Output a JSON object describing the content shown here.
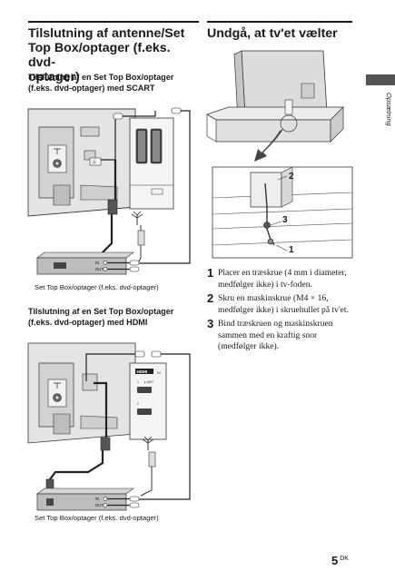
{
  "left_column": {
    "heading": "Tilslutning af antenne/Set Top Box/optager (f.eks. dvd-optager)",
    "heading_lines": [
      "Tilslutning af antenne/Set",
      "Top Box/optager (f.eks. dvd-",
      "optager)"
    ],
    "scart": {
      "subheading_lines": [
        "Tilslutning af en Set Top Box/optager",
        "(f.eks. dvd-optager) med SCART"
      ],
      "caption": "Set Top Box/optager (f.eks. dvd-optager)"
    },
    "hdmi": {
      "subheading_lines": [
        "Tilslutning af en Set Top Box/optager",
        "(f.eks. dvd-optager) med HDMI"
      ],
      "caption": "Set Top Box/optager (f.eks. dvd-optager)"
    }
  },
  "right_column": {
    "heading": "Undgå, at tv'et vælter",
    "steps": [
      {
        "number": "1",
        "lines": [
          "Placer en træskrue (4 mm i diameter,",
          "medfølger ikke) i tv-foden."
        ]
      },
      {
        "number": "2",
        "lines": [
          "Skru en maskinskrue (M4 × 16,",
          "medfølger ikke) i skruehullet på tv'et."
        ]
      },
      {
        "number": "3",
        "lines": [
          "Bind træskruen og maskinskruen",
          "sammen med en kraftig snor",
          "(medfølger ikke)."
        ]
      }
    ],
    "diagram_labels": {
      "one": "1",
      "two": "2",
      "three": "3"
    }
  },
  "side_tab": {
    "label": "Opsætning"
  },
  "footer": {
    "page_number": "5",
    "page_suffix": "DK"
  }
}
